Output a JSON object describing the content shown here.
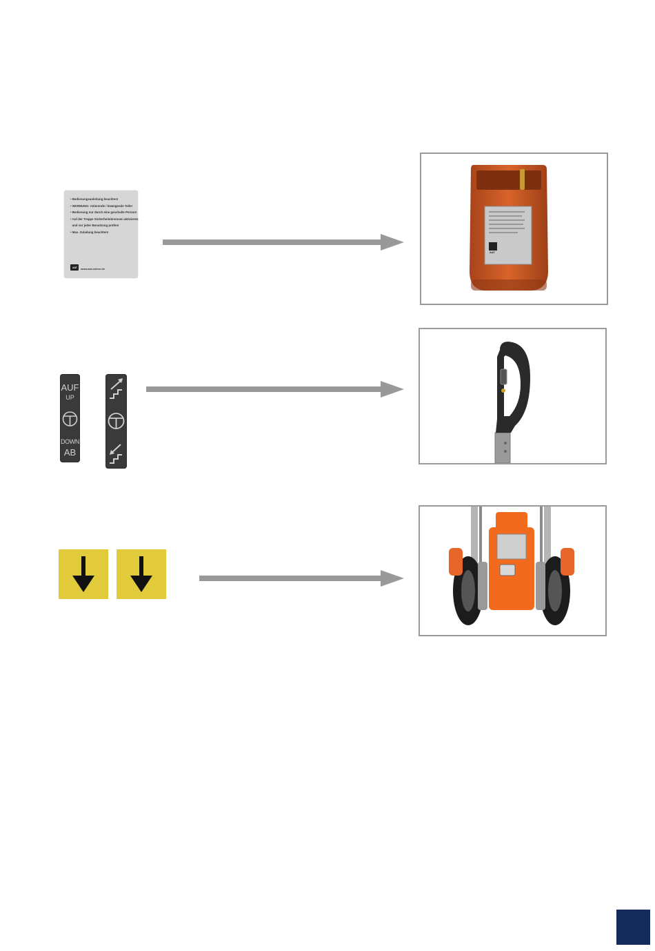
{
  "warning_label": {
    "lines": [
      "• Bedienungsanleitung beachten!",
      "• WARNUNG: rotierende / bewegende Teile!",
      "• Bedienung nur durch eine geschulte Person!",
      "• Auf der Treppe Sicherheitsbremsen aktivieren",
      "  und vor jeder Benutzung prüfen!",
      "• Max. Zuladung beachten!"
    ],
    "logo": "AAT",
    "url": "www.aat-online.de"
  },
  "control_strip_text": {
    "up_de": "AUF",
    "up_en": "UP",
    "down_en": "DOWN",
    "down_de": "AB"
  },
  "housing_label": {
    "logo": "AAT"
  },
  "colors": {
    "arrow": "#999999",
    "frame_border": "#9a9a9a",
    "strip": "#3a3a3a",
    "sticker_yellow": "#e1cb3a",
    "housing_orange": "#c8531c",
    "machine_orange": "#f26a1e",
    "page_box": "#152b5c"
  },
  "icons": {
    "warning_label": "warning-label-icon",
    "stop_symbol": "stop-symbol-icon",
    "stairs_up": "stairs-up-icon",
    "stairs_down": "stairs-down-icon",
    "down_arrow": "down-arrow-icon",
    "right_arrow": "right-arrow-icon"
  }
}
